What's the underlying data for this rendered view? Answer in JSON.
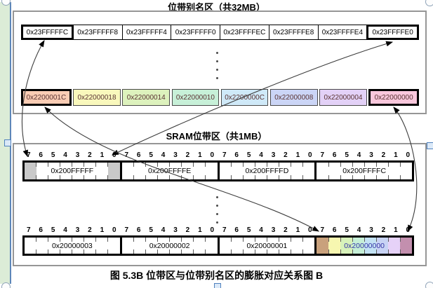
{
  "alias_region": {
    "title": "位带别名区（共32MB）",
    "word_row": [
      {
        "label": "0x23FFFFFC",
        "highlight": true
      },
      {
        "label": "0x23FFFFF8"
      },
      {
        "label": "0x23FFFFF4"
      },
      {
        "label": "0x23FFFFF0"
      },
      {
        "label": "0x23FFFFEC"
      },
      {
        "label": "0x23FFFFE8"
      },
      {
        "label": "0x23FFFFE4"
      },
      {
        "label": "0x23FFFFE0",
        "highlight": true
      }
    ],
    "alias_row": [
      {
        "label": "0x2200001C",
        "bg": "#f9ccb4",
        "highlight": true
      },
      {
        "label": "0x22000018",
        "bg": "#f9f8bc"
      },
      {
        "label": "0x22000014",
        "bg": "#ddf2bd"
      },
      {
        "label": "0x22000010",
        "bg": "#c7f0d8"
      },
      {
        "label": "0x2200000C",
        "bg": "#cfe9f8"
      },
      {
        "label": "0x22000008",
        "bg": "#cbd5f6"
      },
      {
        "label": "0x22000004",
        "bg": "#e3d1f7"
      },
      {
        "label": "0x22000000",
        "bg": "#f9c7dc",
        "highlight": true
      }
    ]
  },
  "sram_region": {
    "title": "SRAM位带区（共1MB）",
    "bit_numbers": [
      "7",
      "6",
      "5",
      "4",
      "3",
      "2",
      "1",
      "0"
    ],
    "row1": [
      {
        "label": "0x200FFFFF",
        "gray_bits": [
          7,
          0
        ]
      },
      {
        "label": "0x200FFFFE"
      },
      {
        "label": "0x200FFFFD"
      },
      {
        "label": "0x200FFFFC"
      }
    ],
    "row2": [
      {
        "label": "0x20000003"
      },
      {
        "label": "0x20000002"
      },
      {
        "label": "0x20000001"
      },
      {
        "label": "0x20000000",
        "label_color": "#3434a6",
        "bit_colors": [
          "#c9a17c",
          "#f7f7b0",
          "#d8f2ba",
          "#c6efd7",
          "#c3e2f4",
          "#c8d3f4",
          "#e6d2f8",
          "#c38fae"
        ]
      }
    ]
  },
  "arrows": [
    {
      "from": "0x23FFFFFC",
      "to": "0x200FFFFF bit 7"
    },
    {
      "from": "0x23FFFFE0",
      "to": "0x200FFFFF bit 0"
    },
    {
      "from": "0x2200001C",
      "to": "0x20000000 bit 7"
    },
    {
      "from": "0x22000000",
      "to": "0x20000000 bit 0"
    }
  ],
  "ellipsis": {
    "top_dots": 4,
    "mid_dots": 4
  },
  "caption": "图 5.3B  位带区与位带别名区的膨胀对应关系图 B",
  "colors": {
    "highlight_border": "#000000",
    "region_border": "#969696",
    "gray_bit": "#c9c9c9",
    "margin_strip": "#dcecd7",
    "selection_accent": "#4f81bd"
  }
}
